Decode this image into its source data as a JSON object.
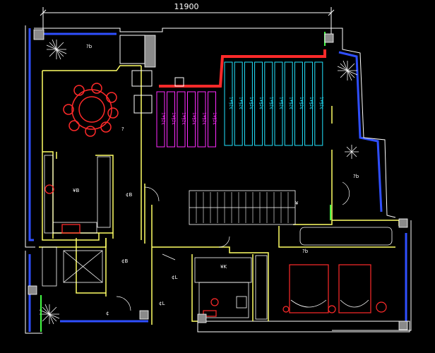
{
  "dimension": {
    "value": "11900"
  },
  "labels": {
    "top_left_room": "?b­",
    "dining": "?­",
    "kitchen": "¥B­",
    "corridor": "¢B",
    "right_room": "?b­",
    "stair": "¥­",
    "store": "¢B",
    "toilet": "¥K",
    "washroom": "¢L­",
    "lounge": "?b­",
    "bottom_left": "¢­",
    "bottom_mid": "¢L­"
  },
  "rack_label": "1¥§2¢",
  "colors": {
    "wall": "#ffff66",
    "blue_wall": "#2f4fff",
    "white": "#ffffff",
    "red": "#ff2a2a",
    "magenta": "#ff2aff",
    "cyan": "#22e5ff",
    "green": "#44ff44",
    "gray": "#8a8a8a"
  }
}
